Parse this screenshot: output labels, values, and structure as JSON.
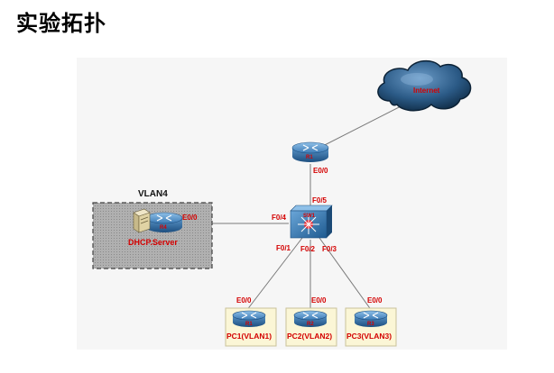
{
  "title": "实验拓扑",
  "vlan_box_label": "VLAN4",
  "nodes": {
    "cloud": {
      "label": "Internet"
    },
    "r1": {
      "label": "R1"
    },
    "sw": {
      "label": "SW1"
    },
    "r4": {
      "label": "R4"
    },
    "dhcp": {
      "label": "DHCP.Server"
    },
    "pc1": {
      "icon_label": "R1",
      "label": "PC1(VLAN1)"
    },
    "pc2": {
      "icon_label": "R2",
      "label": "PC2(VLAN2)"
    },
    "pc3": {
      "icon_label": "R3",
      "label": "PC3(VLAN3)"
    }
  },
  "interfaces": {
    "r1_e00": "E0/0",
    "sw_f05": "F0/5",
    "sw_f04": "F0/4",
    "sw_f01": "F0/1",
    "sw_f02": "F0/2",
    "sw_f03": "F0/3",
    "r4_e00": "E0/0",
    "pc1_e00": "E0/0",
    "pc2_e00": "E0/0",
    "pc3_e00": "E0/0"
  },
  "colors": {
    "label_red": "#d40000",
    "router_blue": "#2f6ea6",
    "vlan_box_fill": "#a9a9a9",
    "pc_box_fill": "#fbf6d6"
  }
}
